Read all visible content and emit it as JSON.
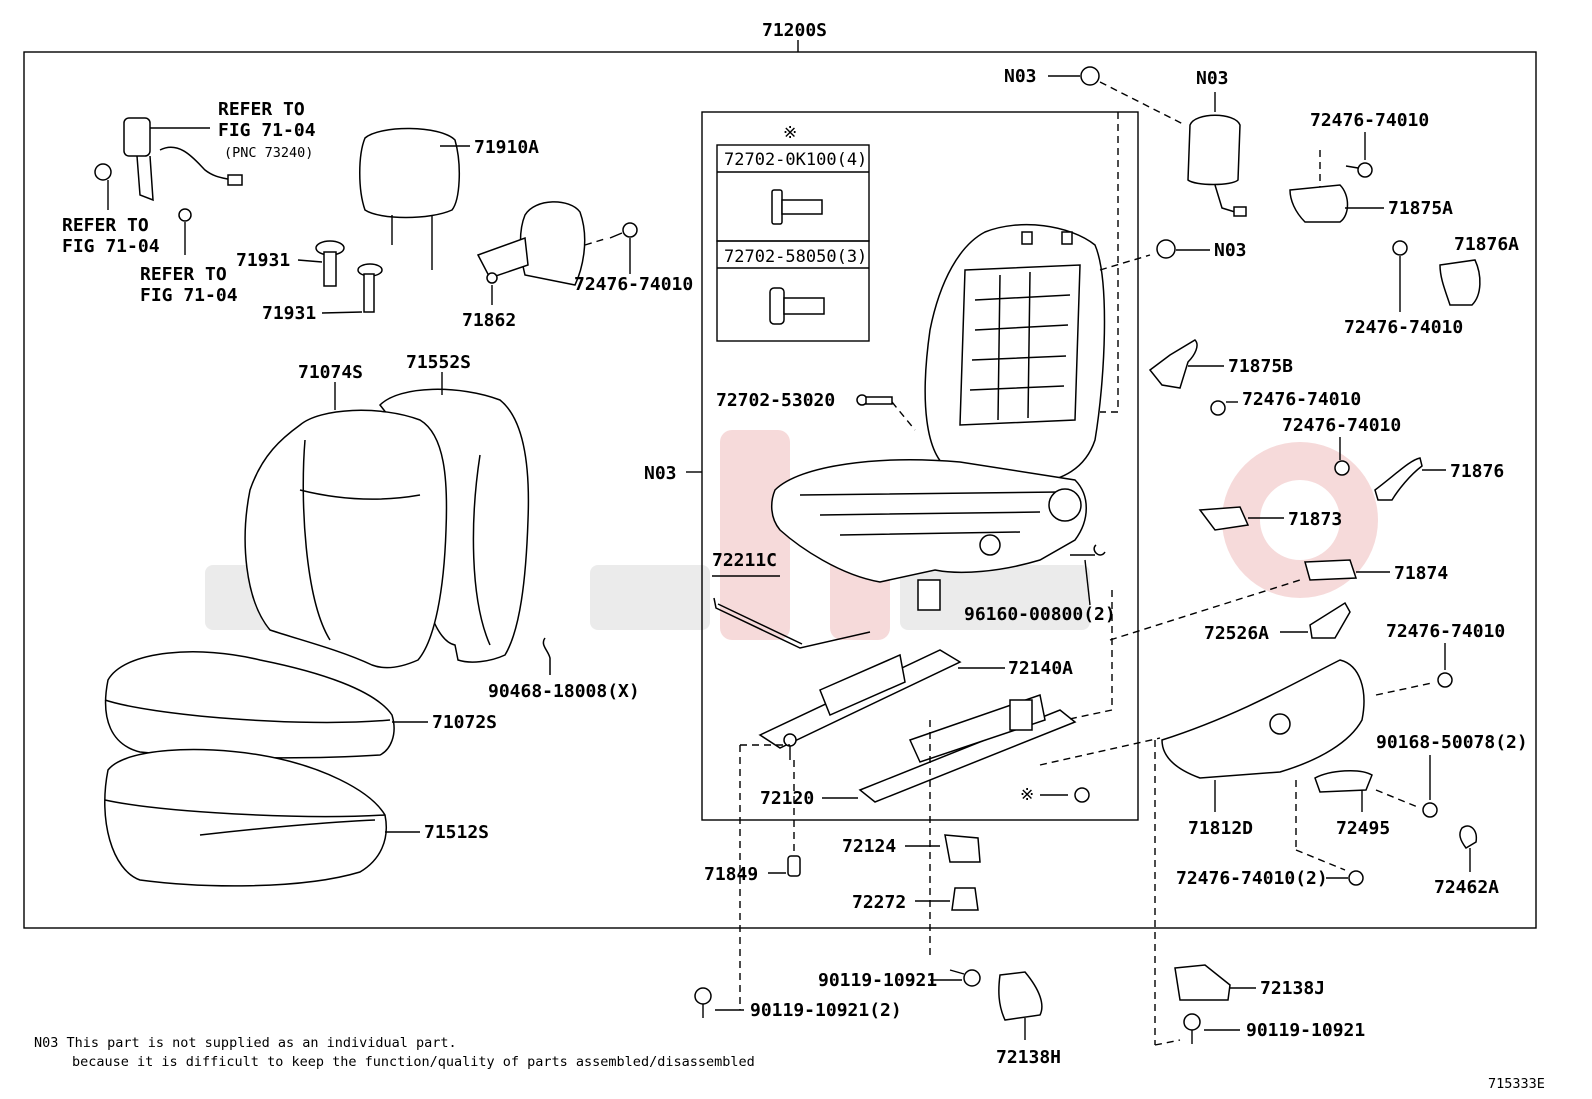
{
  "figure_code": "715333E",
  "assembly_label": "71200S",
  "callouts": {
    "c71910A": "71910A",
    "c71931a": "71931",
    "c71931b": "71931",
    "c71862": "71862",
    "c72476_1": "72476-74010",
    "c71074S": "71074S",
    "c71552S": "71552S",
    "c90468": "90468-18008(X)",
    "c71072S": "71072S",
    "c71512S": "71512S",
    "c72702_53020": "72702-53020",
    "cN03_left": "N03",
    "c72211C": "72211C",
    "c96160": "96160-00800(2)",
    "c72140A": "72140A",
    "c72120": "72120",
    "c72124": "72124",
    "c72272": "72272",
    "c71849": "71849",
    "c90119_a": "90119-10921",
    "c90119_b": "90119-10921(2)",
    "c72138H": "72138H",
    "c72138J": "72138J",
    "c90119_c": "90119-10921",
    "cN03_top1": "N03",
    "cN03_top2": "N03",
    "cN03_right": "N03",
    "c72476_2": "72476-74010",
    "c71875A": "71875A",
    "c71876A": "71876A",
    "c72476_3": "72476-74010",
    "c71875B": "71875B",
    "c72476_4": "72476-74010",
    "c72476_5": "72476-74010",
    "c71876": "71876",
    "c71873": "71873",
    "c71874": "71874",
    "c72526A": "72526A",
    "c72476_6": "72476-74010",
    "c90168": "90168-50078(2)",
    "c71812D": "71812D",
    "c72495": "72495",
    "c72476_7": "72476-74010(2)",
    "c72462A": "72462A"
  },
  "refer_notes": {
    "refer1_line1": "REFER TO",
    "refer1_line2": "FIG 71-04",
    "refer1_line3": "(PNC 73240)",
    "refer2_line1": "REFER TO",
    "refer2_line2": "FIG 71-04",
    "refer3_line1": "REFER TO",
    "refer3_line2": "FIG 71-04"
  },
  "inset_table": {
    "mark": "※",
    "row1": "72702-0K100(4)",
    "row2": "72702-58050(3)"
  },
  "mark_symbol": "※",
  "footnote": {
    "line1": "N03 This part is not supplied as an individual part.",
    "line2": "because it is difficult to keep the function/quality of parts assembled/disassembled"
  }
}
